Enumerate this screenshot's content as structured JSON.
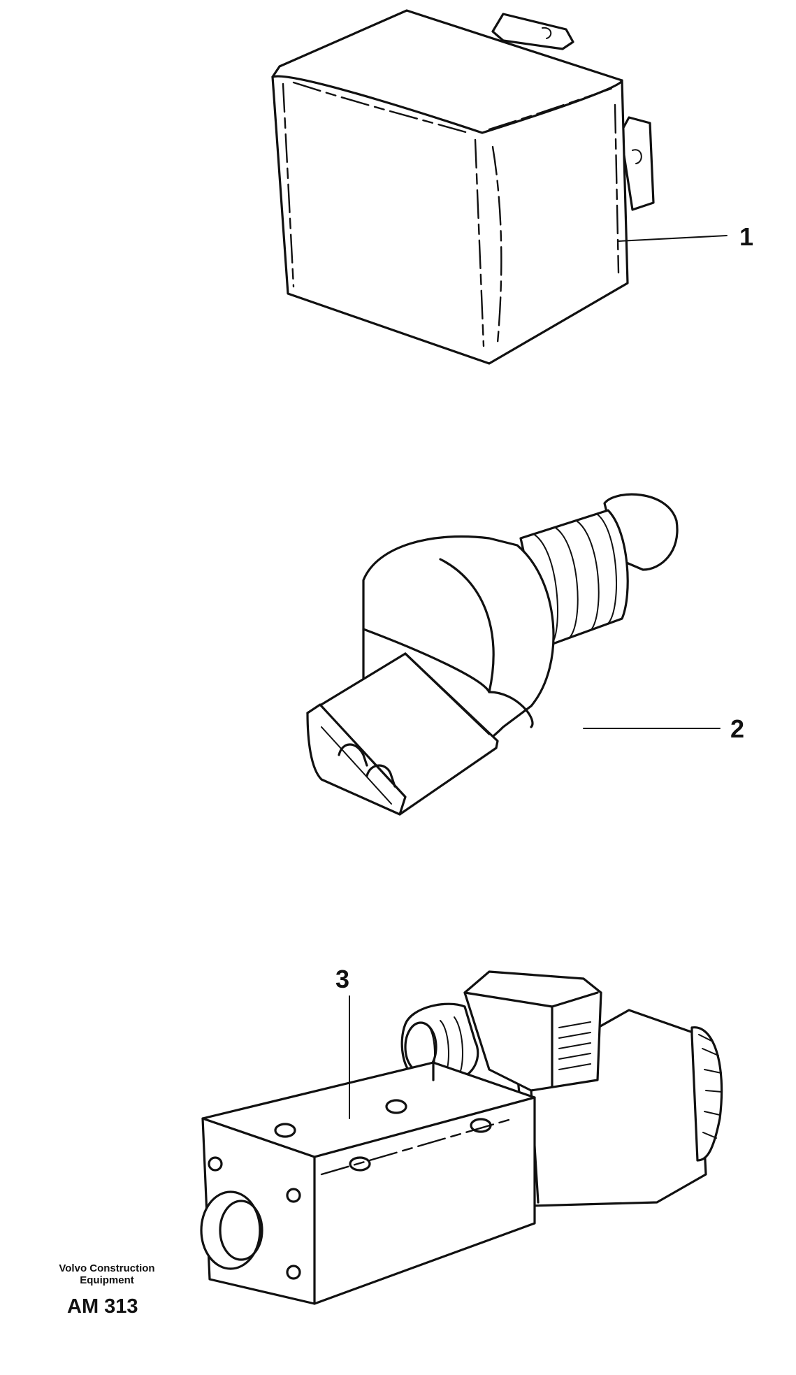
{
  "callouts": {
    "part_1": "1",
    "part_2": "2",
    "part_3": "3"
  },
  "credit": {
    "line1": "Volvo Construction",
    "line2": "Equipment",
    "code": "AM 313"
  }
}
